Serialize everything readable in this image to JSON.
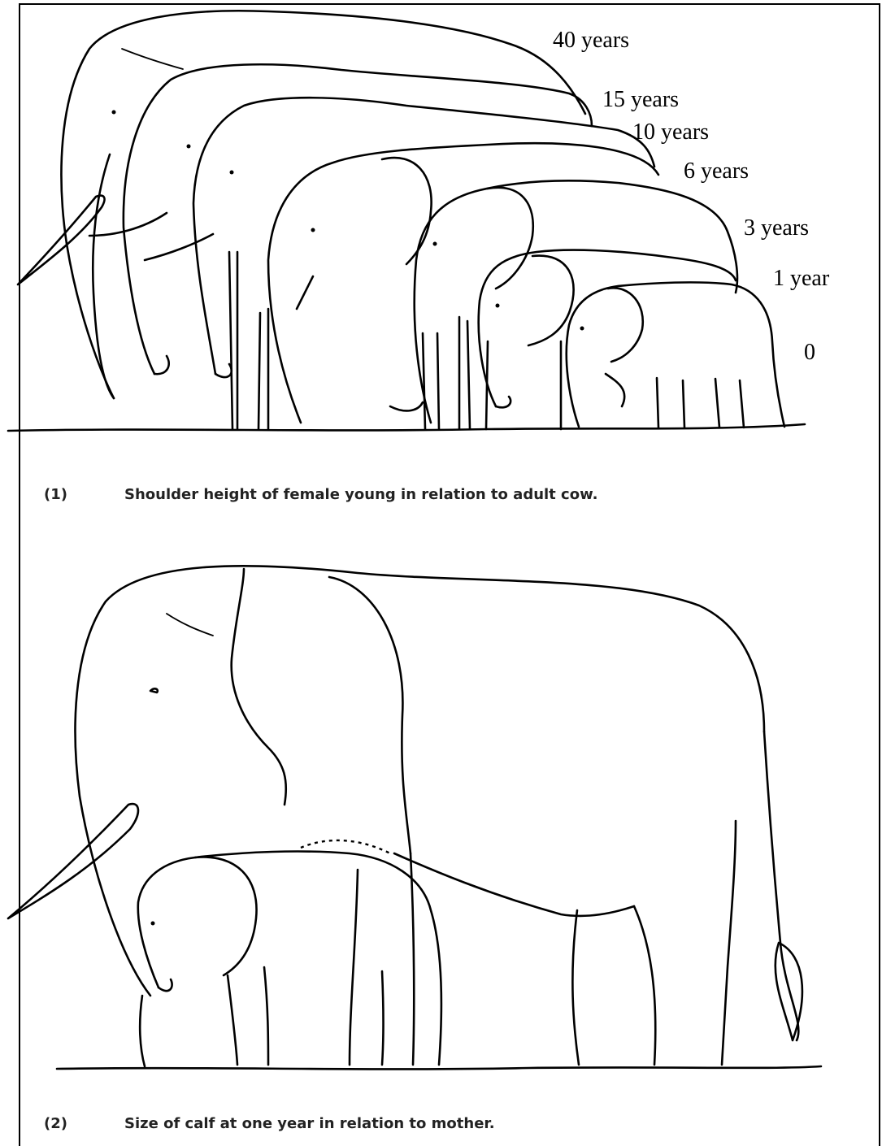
{
  "figure1": {
    "age_labels": {
      "age_40": "40 years",
      "age_15": "15 years",
      "age_10": "10 years",
      "age_6": "6 years",
      "age_3": "3 years",
      "age_1": "1 year",
      "age_0": "0"
    },
    "caption_number": "(1)",
    "caption_text": "Shoulder height of female young in relation to adult cow."
  },
  "figure2": {
    "caption_number": "(2)",
    "caption_text": "Size of calf at one year in relation to mother."
  }
}
